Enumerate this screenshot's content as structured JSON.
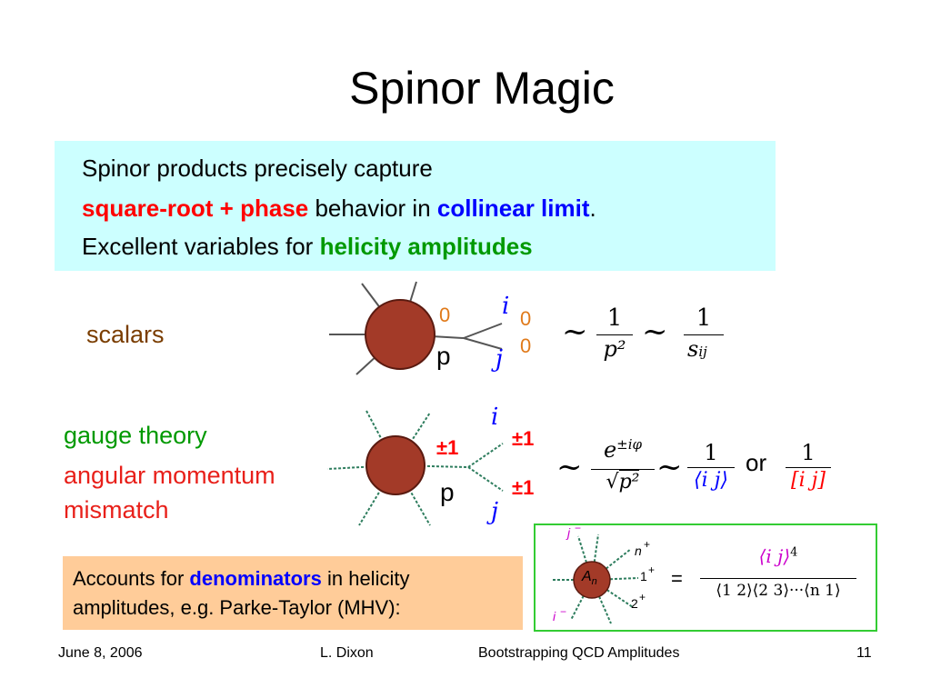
{
  "title": "Spinor Magic",
  "intro": {
    "line1": "Spinor products precisely capture",
    "line2_a": "square-root + phase",
    "line2_b": " behavior in ",
    "line2_c": "collinear limit",
    "line2_d": ".",
    "line3_a": "Excellent variables for ",
    "line3_b": "helicity amplitudes"
  },
  "scalars": {
    "label": "scalars",
    "leg_top": "0",
    "leg_i": "0",
    "leg_j": "0",
    "momentum": "p",
    "i": "i",
    "j": "j",
    "sim1": "~",
    "frac1_num": "1",
    "frac1_den": "p²",
    "sim2": "~",
    "frac2_num": "1",
    "frac2_den": "s",
    "frac2_sub": "ij"
  },
  "gauge": {
    "label1": "gauge theory",
    "label2": "angular momentum",
    "label3": "mismatch",
    "leg_mid": "±1",
    "leg_i": "±1",
    "leg_j": "±1",
    "momentum": "p",
    "i": "i",
    "j": "j",
    "sim1": "~",
    "num_e": "e",
    "num_exp": "±iφ",
    "den_p": "p²",
    "sim2": "~",
    "frac_ang_num": "1",
    "frac_ang_den": "⟨i j⟩",
    "or": "or",
    "frac_sq_num": "1",
    "frac_sq_den": "[i j]"
  },
  "accounts": {
    "line1_a": "Accounts for ",
    "line1_b": "denominators",
    "line1_c": " in helicity",
    "line2": "amplitudes, e.g. Parke-Taylor (MHV):"
  },
  "mhv": {
    "blob": "A",
    "blob_sub": "n",
    "j_label": "j",
    "i_label": "i",
    "minus": "−",
    "n_label": "n",
    "one_label": "1",
    "two_label": "2",
    "plus": "+",
    "equals": "=",
    "num": "⟨i j⟩",
    "num_exp": "4",
    "den": "⟨1 2⟩⟨2 3⟩···⟨n 1⟩"
  },
  "footer": {
    "date": "June 8, 2006",
    "author": "L. Dixon",
    "talk": "Bootstrapping QCD Amplitudes",
    "page": "11"
  },
  "colors": {
    "intro_bg": "#ccffff",
    "accounts_bg": "#ffcc99",
    "mhv_border": "#33cc33",
    "blob": "#a33a28",
    "gluon": "#2e7d5e",
    "scalar_label": "#7a3d00",
    "zero": "#e07a1a"
  }
}
